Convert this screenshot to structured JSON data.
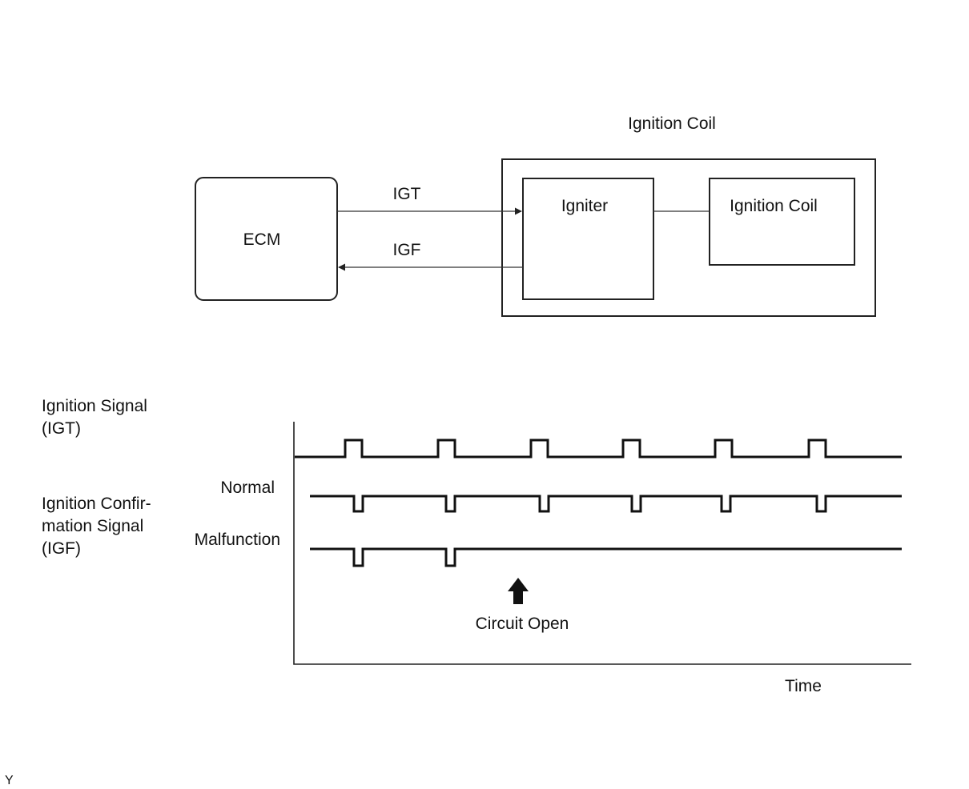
{
  "block_diagram": {
    "group_title": "Ignition Coil",
    "ecm_label": "ECM",
    "igniter_label": "Igniter",
    "coil_label": "Ignition Coil",
    "igt_wire_label": "IGT",
    "igf_wire_label": "IGF"
  },
  "timing_chart": {
    "igt_label_line1": "Ignition Signal",
    "igt_label_line2": "(IGT)",
    "igf_label_line1": "Ignition Confir-",
    "igf_label_line2": "mation Signal",
    "igf_label_line3": "(IGF)",
    "normal_label": "Normal",
    "malfunction_label": "Malfunction",
    "annotation": "Circuit Open",
    "x_axis_label": "Time",
    "igt_pulse_count": 6,
    "igf_normal_pulse_count": 6,
    "igf_malfunction_pulse_count": 2
  },
  "corner_mark": "Y"
}
